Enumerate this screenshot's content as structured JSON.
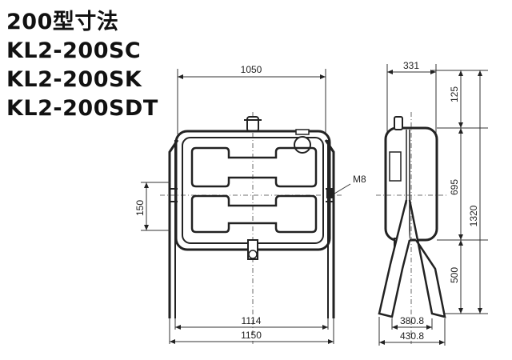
{
  "title_lines": [
    "200型寸法",
    "KL2-200SC",
    "KL2-200SK",
    "KL2-200SDT"
  ],
  "dimensions": {
    "front_width": "1050",
    "leg_inner_width": "1114",
    "leg_outer_width": "1150",
    "bracket_height": "150",
    "bolt_label": "M8",
    "side_depth": "331",
    "top_offset": "125",
    "tank_height": "695",
    "total_height": "1320",
    "leg_height": "500",
    "side_base_inner": "380.8",
    "side_base_outer": "430.8"
  }
}
